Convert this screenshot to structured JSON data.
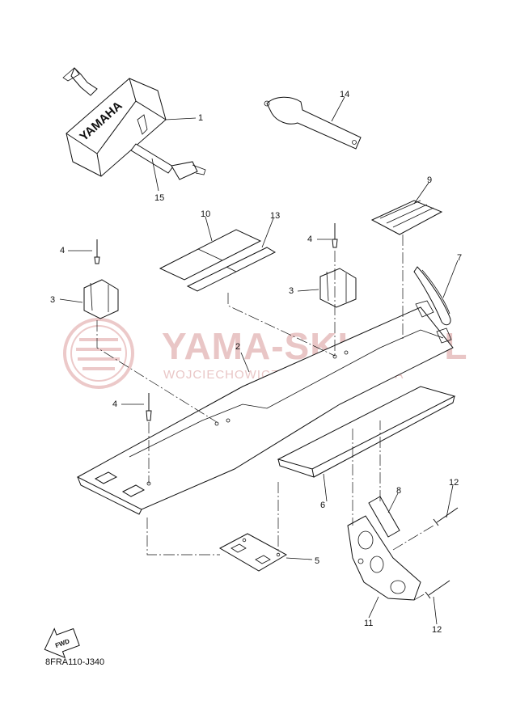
{
  "watermark": {
    "main": "YAMA-SKLEP.PL",
    "sub": "WOJCIECHOWICZ | DEALER YAMAHA"
  },
  "diagram_code": "8FRA110-J340",
  "brand_text": "YAMAHA",
  "fwd_label": "FWD",
  "callouts": {
    "c1": "1",
    "c2": "2",
    "c3a": "3",
    "c3b": "3",
    "c4a": "4",
    "c4b": "4",
    "c4c": "4",
    "c5": "5",
    "c6": "6",
    "c7": "7",
    "c8": "8",
    "c9": "9",
    "c10": "10",
    "c11": "11",
    "c12a": "12",
    "c12b": "12",
    "c13": "13",
    "c14": "14",
    "c15": "15"
  },
  "colors": {
    "line": "#111111",
    "watermark": "#e9c6c6"
  }
}
